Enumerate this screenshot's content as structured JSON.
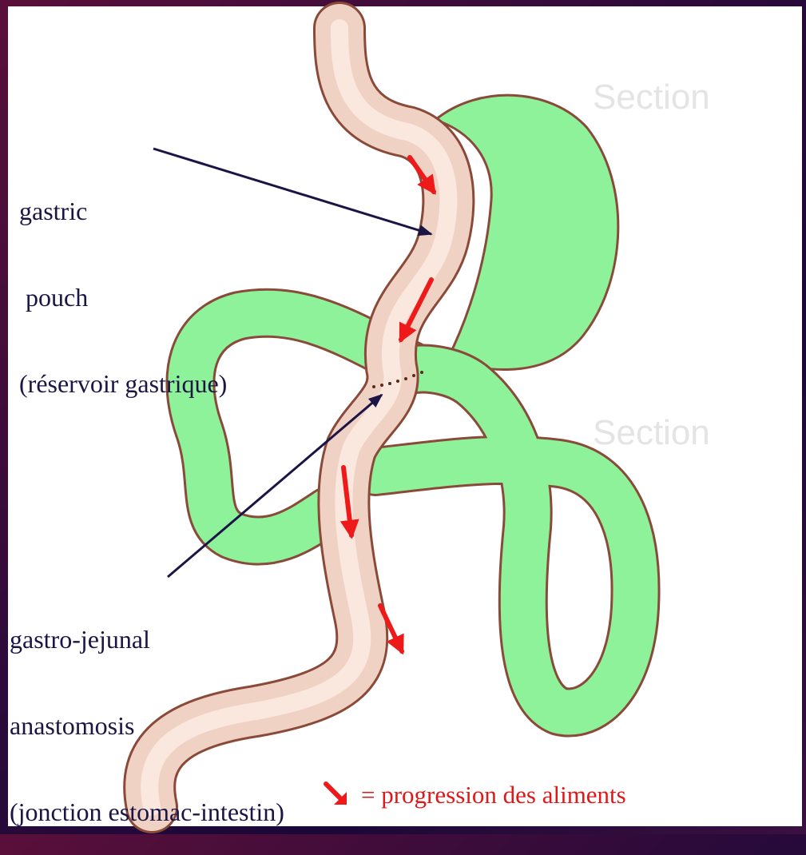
{
  "labels": {
    "gastric_pouch": [
      "gastric",
      " pouch",
      "(réservoir gastrique)"
    ],
    "anastomosis": [
      "gastro-jejunal",
      "anastomosis",
      "(jonction estomac-intestin)"
    ]
  },
  "legend": {
    "text": "= progression des aliments"
  },
  "colors": {
    "bypassed_stomach": "#8df29a",
    "intestine": "#f0d2c4",
    "outline": "#8a4a3a",
    "arrow": "#ee1a1a",
    "pointer": "#1b1546"
  },
  "background_text": [
    "Section",
    "Section"
  ]
}
